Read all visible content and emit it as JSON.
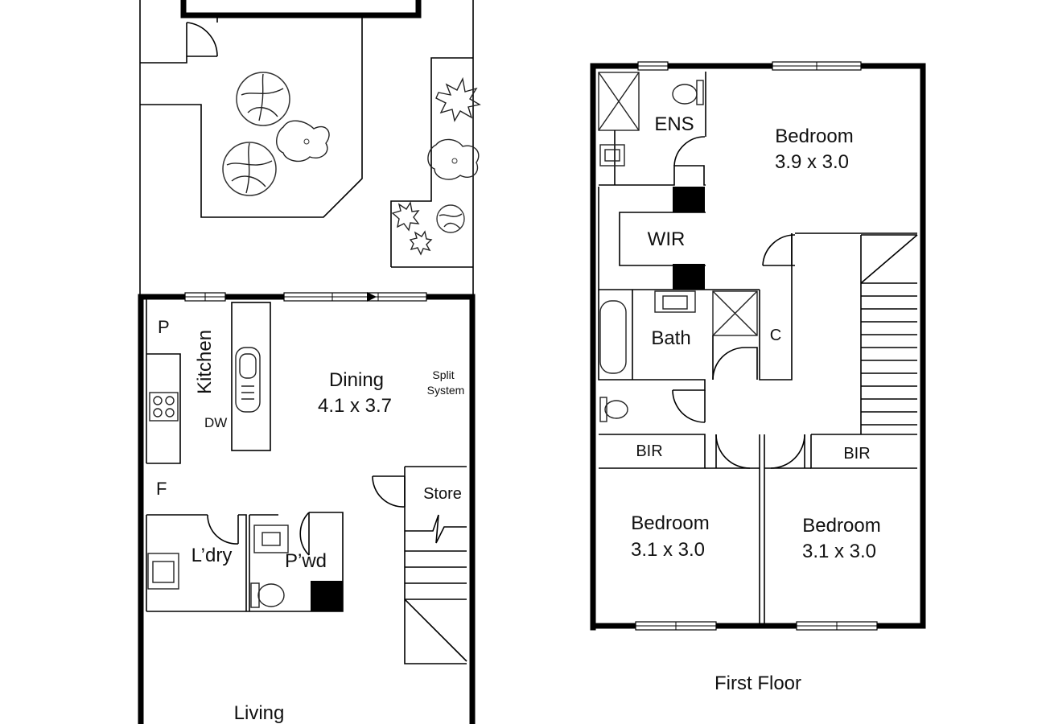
{
  "ground_floor": {
    "rooms": {
      "p": "P",
      "kitchen": "Kitchen",
      "dw": "DW",
      "f": "F",
      "dining": "Dining",
      "dining_dim": "4.1 x 3.7",
      "split_1": "Split",
      "split_2": "System",
      "store": "Store",
      "laundry": "L’dry",
      "powder": "P’wd",
      "living": "Living"
    }
  },
  "first_floor": {
    "caption": "First Floor",
    "rooms": {
      "ens": "ENS",
      "master": "Bedroom",
      "master_dim": "3.9 x 3.0",
      "wir": "WIR",
      "bath": "Bath",
      "c": "C",
      "bir_left": "BIR",
      "bir_right": "BIR",
      "bed2": "Bedroom",
      "bed2_dim": "3.1 x 3.0",
      "bed3": "Bedroom",
      "bed3_dim": "3.1 x 3.0"
    }
  }
}
